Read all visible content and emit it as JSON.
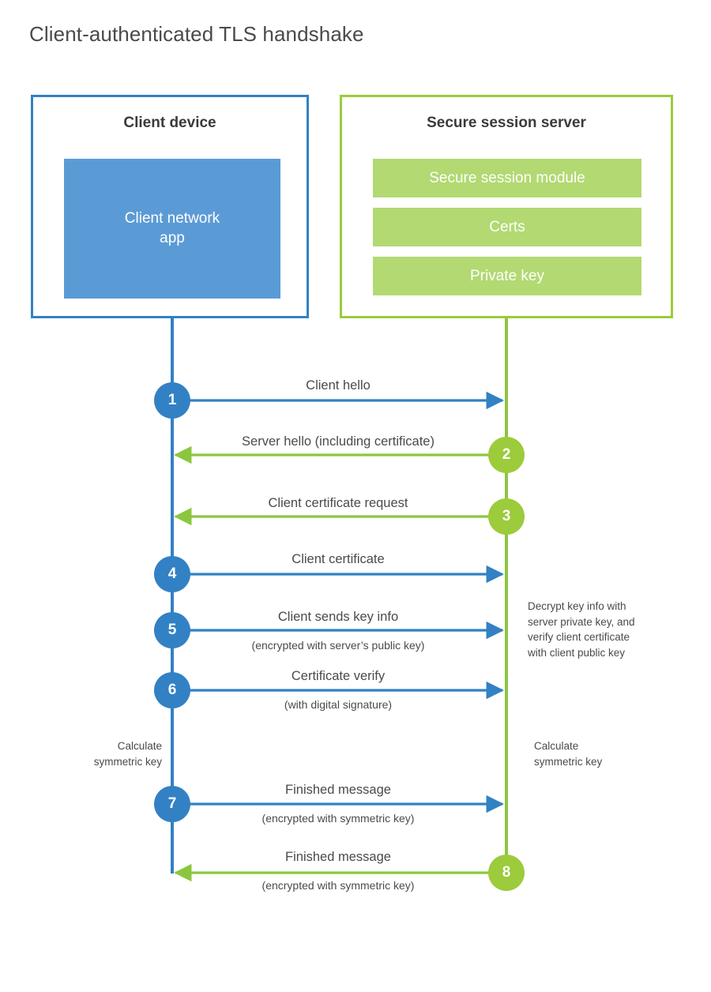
{
  "title": "Client-authenticated TLS handshake",
  "colors": {
    "client_accent": "#3281c4",
    "client_fill": "#5b9bd5",
    "server_accent": "#9ccb3b",
    "server_fill": "#b2d972",
    "text": "#4a4a4a",
    "background": "#ffffff"
  },
  "participants": {
    "client": {
      "title": "Client device",
      "blocks": [
        {
          "label": "Client network\napp",
          "label_line1": "Client network",
          "label_line2": "app"
        }
      ]
    },
    "server": {
      "title": "Secure session server",
      "blocks": [
        {
          "label": "Secure session module"
        },
        {
          "label": "Certs"
        },
        {
          "label": "Private key"
        }
      ]
    }
  },
  "messages": [
    {
      "number": "1",
      "label": "Client hello",
      "sublabel": "",
      "direction": "client-to-server",
      "origin": "client"
    },
    {
      "number": "2",
      "label": "Server hello (including certificate)",
      "sublabel": "",
      "direction": "server-to-client",
      "origin": "server"
    },
    {
      "number": "3",
      "label": "Client certificate request",
      "sublabel": "",
      "direction": "server-to-client",
      "origin": "server"
    },
    {
      "number": "4",
      "label": "Client certificate",
      "sublabel": "",
      "direction": "client-to-server",
      "origin": "client"
    },
    {
      "number": "5",
      "label": "Client sends key info",
      "sublabel": "(encrypted with server’s public key)",
      "direction": "client-to-server",
      "origin": "client"
    },
    {
      "number": "6",
      "label": "Certificate verify",
      "sublabel": "(with digital signature)",
      "direction": "client-to-server",
      "origin": "client"
    },
    {
      "number": "7",
      "label": "Finished message",
      "sublabel": "(encrypted with symmetric key)",
      "direction": "client-to-server",
      "origin": "client"
    },
    {
      "number": "8",
      "label": "Finished message",
      "sublabel": "(encrypted with symmetric key)",
      "direction": "server-to-client",
      "origin": "server"
    }
  ],
  "notes": {
    "server_decrypt": "Decrypt key info with server private key, and verify client certificate with client public key",
    "server_decrypt_lines": [
      "Decrypt key info with",
      "server private key, and",
      "verify client certificate",
      "with client public key"
    ],
    "client_calculate": "Calculate symmetric key",
    "client_calculate_lines": [
      "Calculate",
      "symmetric key"
    ],
    "server_calculate": "Calculate symmetric key",
    "server_calculate_lines": [
      "Calculate",
      "symmetric key"
    ]
  }
}
